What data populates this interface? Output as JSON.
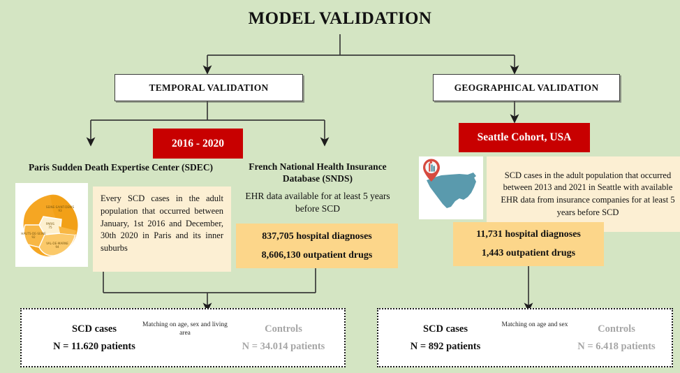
{
  "page": {
    "title": "MODEL VALIDATION",
    "bg_color": "#d4e5c3",
    "accent_red": "#c80000",
    "panel_cream": "#fcefd3",
    "panel_yellow": "#fcd68a",
    "muted_gray": "#a6a6a6"
  },
  "branches": {
    "temporal": {
      "header": "TEMPORAL VALIDATION",
      "period_badge": "2016 - 2020",
      "left": {
        "heading": "Paris Sudden Death Expertise Center (SDEC)",
        "map_icon": "paris-region-map",
        "description": "Every SCD cases in the adult population that occurred between January, 1st 2016 and December, 30th 2020 in Paris and its inner suburbs"
      },
      "right": {
        "heading": "French National Health Insurance Database (SNDS)",
        "note": "EHR data available for at least 5 years before SCD",
        "stats": [
          "837,705 hospital diagnoses",
          "8,606,130 outpatient drugs"
        ]
      },
      "outcome": {
        "cases_label": "SCD cases",
        "cases_value": "N = 11.620 patients",
        "matching_label": "Matching on age, sex and living area",
        "controls_label": "Controls",
        "controls_value": "N = 34.014 patients"
      }
    },
    "geographical": {
      "header": "GEOGRAPHICAL VALIDATION",
      "cohort_badge": "Seattle Cohort, USA",
      "map_icon": "usa-map-with-location-pin",
      "description": "SCD cases in the adult population that occurred between 2013 and 2021 in Seattle with available EHR data from insurance companies for at least 5 years before SCD",
      "stats": [
        "11,731 hospital diagnoses",
        "1,443 outpatient drugs"
      ],
      "outcome": {
        "cases_label": "SCD cases",
        "cases_value": "N = 892 patients",
        "matching_label": "Matching on age and sex",
        "controls_label": "Controls",
        "controls_value": "N = 6.418 patients"
      }
    }
  }
}
